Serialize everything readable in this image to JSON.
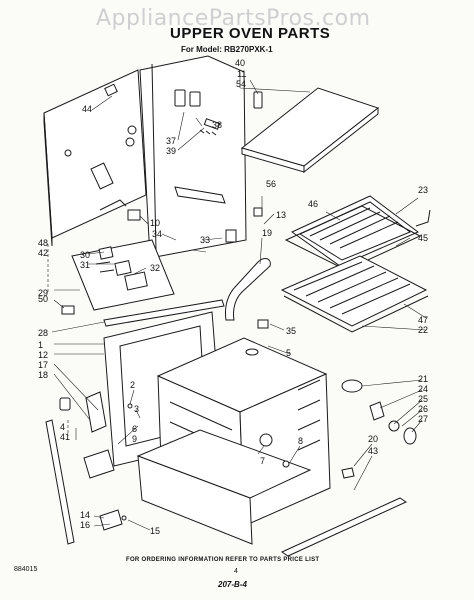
{
  "watermark": "AppliancePartsPros.com",
  "title": "UPPER OVEN PARTS",
  "model_line": "For Model: RB270PXK-1",
  "footer_note": "FOR ORDERING INFORMATION REFER TO PARTS PRICE LIST",
  "doc_code": "884015",
  "page_number": "4",
  "handwritten_stamp": "207-B-4",
  "callouts": [
    "40",
    "11",
    "54",
    "44",
    "38",
    "37",
    "39",
    "56",
    "23",
    "46",
    "13",
    "45",
    "10",
    "34",
    "33",
    "19",
    "30",
    "31",
    "32",
    "48",
    "42",
    "29",
    "50",
    "47",
    "22",
    "28",
    "35",
    "1",
    "5",
    "12",
    "17",
    "18",
    "2",
    "21",
    "24",
    "25",
    "26",
    "27",
    "3",
    "7",
    "6",
    "9",
    "20",
    "43",
    "41",
    "4",
    "8",
    "14",
    "16",
    "15"
  ]
}
